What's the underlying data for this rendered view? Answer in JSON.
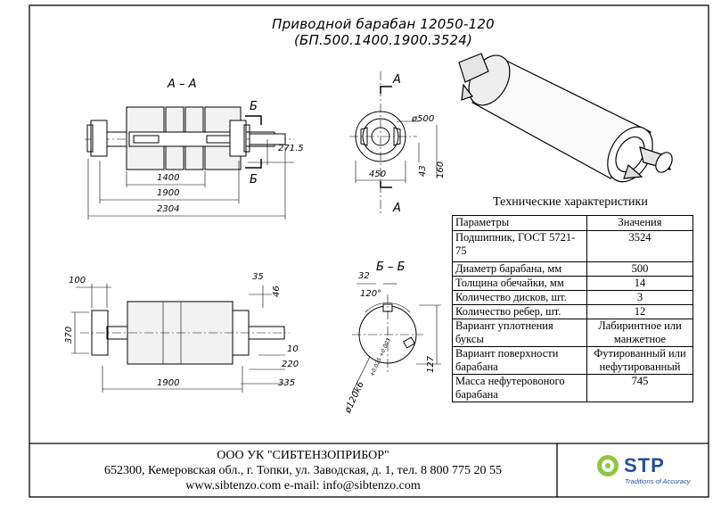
{
  "title": "Приводной барабан 12050-120 (БП.500.1400.1900.3524)",
  "views": {
    "section_aa": "А – А",
    "section_bb": "Б – Б",
    "mark_a_top": "А",
    "mark_a_bottom": "А",
    "mark_b_top": "Б",
    "mark_b_bottom": "Б"
  },
  "dimensions": {
    "top_view": {
      "d1": "1400",
      "d2": "1900",
      "d3": "2304",
      "d4": "271.5"
    },
    "end_view": {
      "diameter": "ø500",
      "width": "450",
      "h1": "43",
      "h2": "160"
    },
    "bottom_view": {
      "d100": "100",
      "d35": "35",
      "d46": "46",
      "d370": "370",
      "d10": "10",
      "d220": "220",
      "d335": "335",
      "d1900": "1900"
    },
    "section_view": {
      "d32": "32",
      "angle": "120°",
      "shaft": "ø120k6",
      "tol": "+0.025 +0.003",
      "d127": "127"
    }
  },
  "specs": {
    "caption": "Технические характеристики",
    "header": {
      "param": "Параметры",
      "value": "Значения"
    },
    "rows": [
      {
        "param": "Подшипник, ГОСТ 5721-75",
        "value": "3524"
      },
      {
        "param": "Диаметр барабана, мм",
        "value": "500"
      },
      {
        "param": "Толщина обечайки, мм",
        "value": "14"
      },
      {
        "param": "Количество дисков, шт.",
        "value": "3"
      },
      {
        "param": "Количество ребер, шт.",
        "value": "12"
      },
      {
        "param": "Вариант уплотнения буксы",
        "value": "Лабиринтное или манжетное"
      },
      {
        "param": "Вариант поверхности барабана",
        "value": "Футированный или нефутированный"
      },
      {
        "param": "Масса нефутеровоного барабана",
        "value": "745"
      }
    ]
  },
  "footer": {
    "company": "ООО УК \"СИБТЕНЗОПРИБОР\"",
    "address": "652300, Кемеровская обл., г. Топки, ул. Заводская, д. 1, тел. 8 800 775 20 55",
    "contacts": "www.sibtenzo.com e-mail: info@sibtenzo.com",
    "logo_text": "STP",
    "logo_sub": "Traditions of Accuracy"
  },
  "colors": {
    "line": "#000000",
    "logo_blue": "#1f4e9c",
    "logo_green": "#8dc63f"
  }
}
